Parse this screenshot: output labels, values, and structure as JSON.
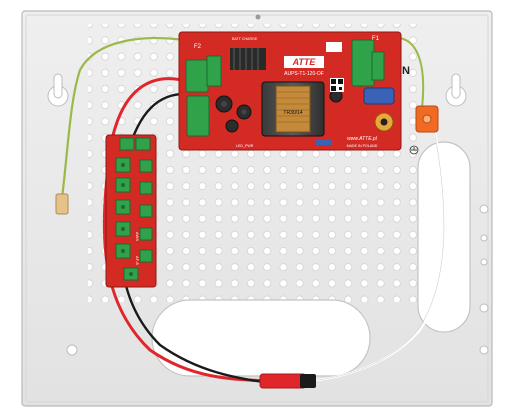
{
  "main_board": {
    "brand": "ATTE",
    "model": "AUPS-T1-120-OF",
    "fuse_left": "F2",
    "fuse_right": "F1",
    "transformer_label": "TR30/14",
    "website": "www.ATTE.pl",
    "origin": "MADE IN POLAND",
    "top_labels": "BATT  CHARGE",
    "bottom_label": "LED_PWR"
  },
  "distribution_board": {
    "side_labels": [
      "AWS",
      "AF-8"
    ]
  },
  "mains": {
    "terminal_letter": "N"
  },
  "colors": {
    "enclosure": "#e9e9e9",
    "pcb": "#d42a24",
    "terminal": "#2fa24a",
    "wire_red": "#e0262a",
    "wire_black": "#1a1a1a",
    "wire_earth": "#9bb84a"
  }
}
